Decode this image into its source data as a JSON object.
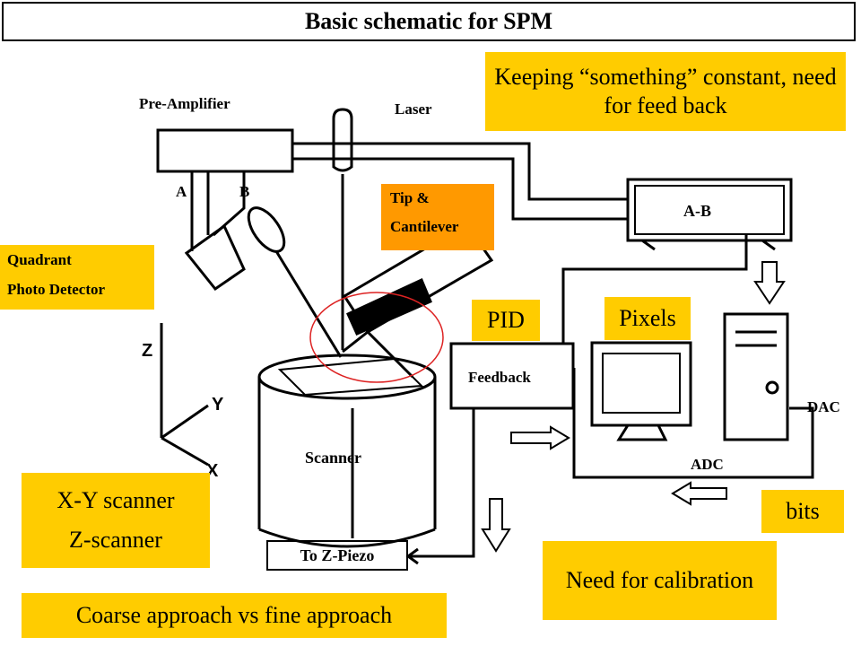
{
  "title": "Basic schematic for SPM",
  "notes": {
    "keeping_constant": "Keeping “something” constant, need for feed back",
    "tip_cantilever_line1": "Tip &",
    "tip_cantilever_line2": "Cantilever",
    "quadrant_line1": "Quadrant",
    "quadrant_line2": "Photo Detector",
    "pid": "PID",
    "pixels": "Pixels",
    "xy_scanner": "X-Y scanner",
    "z_scanner": "Z-scanner",
    "bits": "bits",
    "calibration": "Need for calibration",
    "coarse_fine": "Coarse approach vs fine approach"
  },
  "labels": {
    "pre_amplifier": "Pre-Amplifier",
    "laser": "Laser",
    "a": "A",
    "b": "B",
    "a_minus_b": "A-B",
    "feedback": "Feedback",
    "scanner": "Scanner",
    "dac": "DAC",
    "adc": "ADC",
    "to_z_piezo": "To Z-Piezo",
    "axis_z": "Z",
    "axis_y": "Y",
    "axis_x": "X"
  },
  "colors": {
    "note_yellow": "#ffcc00",
    "note_orange": "#ff9900",
    "circle_red": "#dd2222"
  }
}
